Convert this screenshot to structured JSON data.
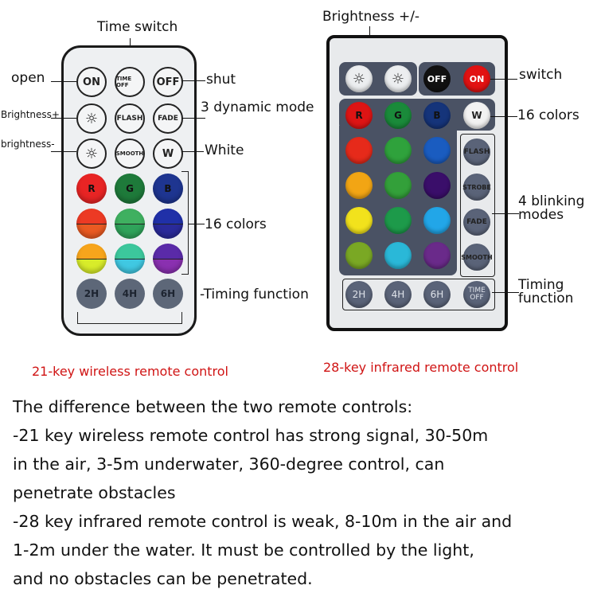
{
  "remote_21": {
    "labels": {
      "time_switch": "Time switch",
      "open": "open",
      "shut": "shut",
      "brightness_plus": "Brightness+",
      "dynamic_mode": "3 dynamic mode",
      "brightness_minus": "brightness-",
      "white": "White",
      "colors": "16 colors",
      "timing": "-Timing function"
    },
    "buttons": {
      "on": "ON",
      "time_off": "TIME OFF",
      "off": "OFF",
      "flash": "FLASH",
      "fade": "FADE",
      "smooth": "SMOOTH",
      "w": "W",
      "r": "R",
      "g": "G",
      "b": "B",
      "t2": "2H",
      "t4": "4H",
      "t6": "6H",
      "sun_up": "☼",
      "sun_down": "☼"
    },
    "caption": "21-key wireless remote control"
  },
  "remote_28": {
    "labels": {
      "brightness": "Brightness +/-",
      "switch": "switch",
      "colors": "16 colors",
      "blink_1": "4 blinking",
      "blink_2": "modes",
      "timing_1": "Timing",
      "timing_2": "function"
    },
    "buttons": {
      "sun_up": "☼",
      "sun_down": "☼",
      "off": "OFF",
      "on": "ON",
      "r": "R",
      "g": "G",
      "b": "B",
      "w": "W",
      "flash": "FLASH",
      "strobe": "STROBE",
      "fade": "FADE",
      "smooth": "SMOOTH",
      "t2": "2H",
      "t4": "4H",
      "t6": "6H",
      "time_off_1": "TIME",
      "time_off_2": "OFF"
    },
    "caption": "28-key infrared remote control"
  },
  "description": {
    "lines": [
      "The difference between the two remote controls:",
      "-21 key wireless remote control has strong signal, 30-50m",
      "in the air, 3-5m underwater, 360-degree control, can",
      "penetrate obstacles",
      "-28 key infrared remote control is weak, 8-10m in the air and",
      "1-2m under the water. It must be controlled by the light,",
      "and no obstacles can be penetrated."
    ]
  },
  "colors": {
    "caption_red": "#d01414",
    "remote_body": "#eef0f2",
    "panel_dark": "#4a5264"
  }
}
